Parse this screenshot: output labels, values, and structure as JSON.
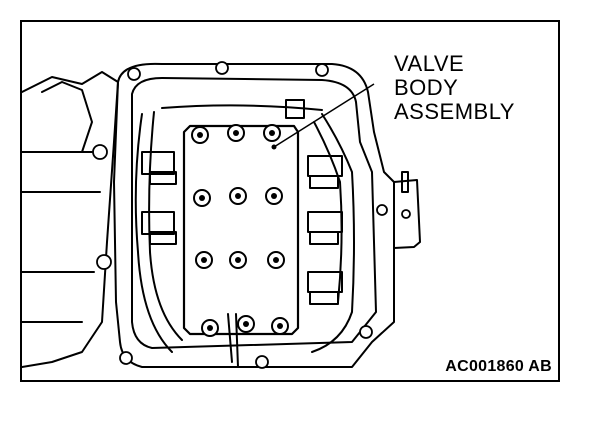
{
  "callout": {
    "line1": "VALVE",
    "line2": "BODY",
    "line3": "ASSEMBLY"
  },
  "figure_code": "AC001860 AB"
}
